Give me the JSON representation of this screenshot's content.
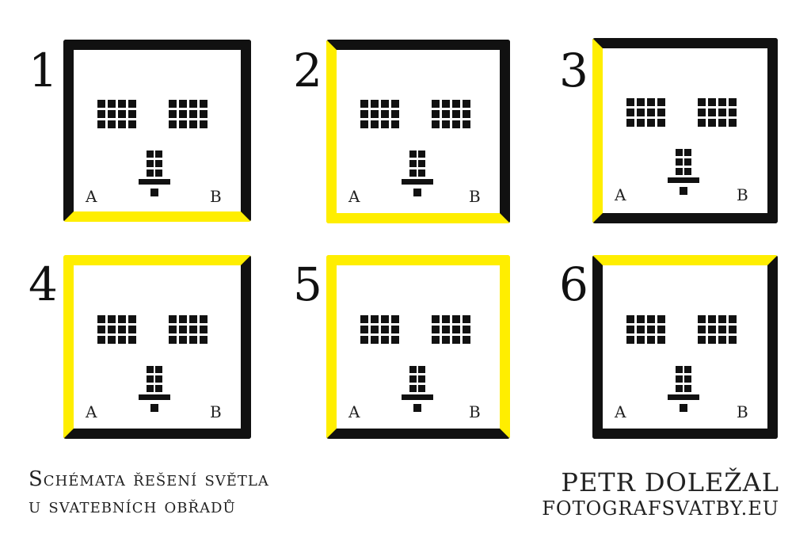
{
  "colors": {
    "dark": "#111111",
    "light": "#ffee00"
  },
  "panels": [
    {
      "number": "1",
      "label_a": "A",
      "label_b": "B",
      "sides": {
        "top": "dark",
        "right": "dark",
        "bottom": "light",
        "left": "dark"
      }
    },
    {
      "number": "2",
      "label_a": "A",
      "label_b": "B",
      "sides": {
        "top": "dark",
        "right": "dark",
        "bottom": "light",
        "left": "light"
      }
    },
    {
      "number": "3",
      "label_a": "A",
      "label_b": "B",
      "sides": {
        "top": "dark",
        "right": "dark",
        "bottom": "dark",
        "left": "light"
      }
    },
    {
      "number": "4",
      "label_a": "A",
      "label_b": "B",
      "sides": {
        "top": "light",
        "right": "dark",
        "bottom": "dark",
        "left": "light"
      }
    },
    {
      "number": "5",
      "label_a": "A",
      "label_b": "B",
      "sides": {
        "top": "light",
        "right": "light",
        "bottom": "dark",
        "left": "light"
      }
    },
    {
      "number": "6",
      "label_a": "A",
      "label_b": "B",
      "sides": {
        "top": "light",
        "right": "dark",
        "bottom": "dark",
        "left": "dark"
      }
    }
  ],
  "caption": {
    "line1": "Schémata řešení světla",
    "line2": "u svatebních obřadů"
  },
  "author": {
    "name": "PETR DOLEŽAL",
    "site": "FOTOGRAFSVATBY.EU"
  }
}
